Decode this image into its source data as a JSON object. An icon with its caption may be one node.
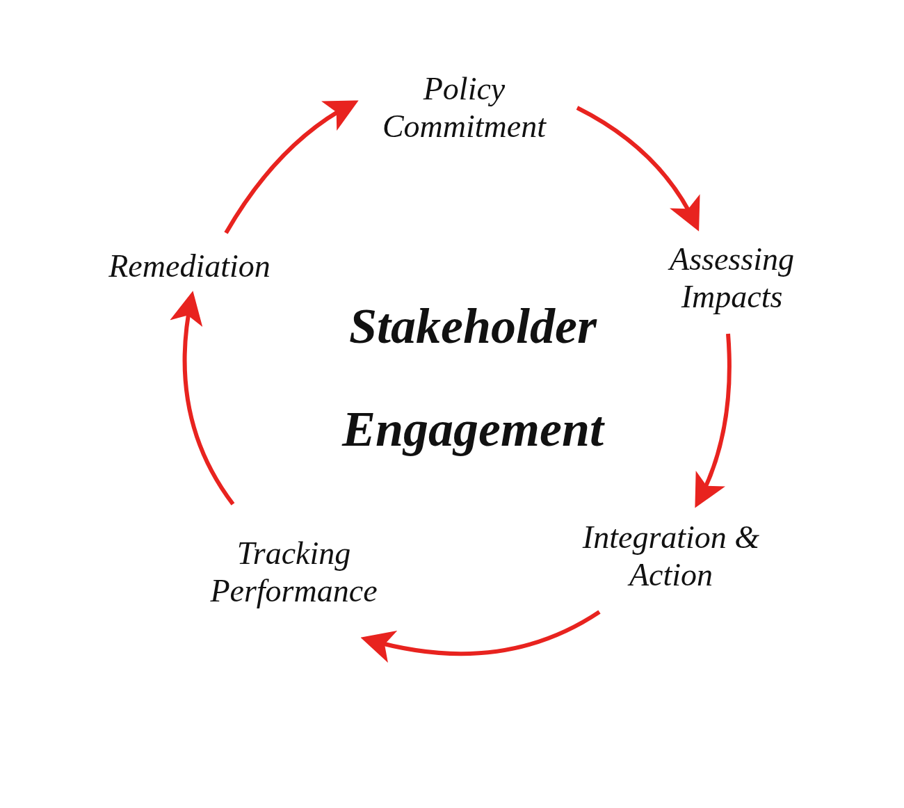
{
  "diagram": {
    "title": "Stakeholder Engagement",
    "nodes": [
      {
        "text": [
          "Policy Commitment"
        ]
      },
      {
        "text": [
          "Assessing Impacts"
        ]
      },
      {
        "text": [
          "Integration & Action"
        ]
      },
      {
        "text": [
          "Tracking Performance"
        ]
      },
      {
        "text": [
          "Remediation"
        ]
      }
    ],
    "edges": [
      {
        "from": 0,
        "to": 1,
        "arrow": "to"
      },
      {
        "from": 1,
        "to": 2,
        "arrow": "to"
      },
      {
        "from": 2,
        "to": 3,
        "arrow": "to"
      },
      {
        "from": 3,
        "to": 4,
        "arrow": "to"
      },
      {
        "from": 4,
        "to": 0,
        "arrow": "to"
      }
    ]
  }
}
